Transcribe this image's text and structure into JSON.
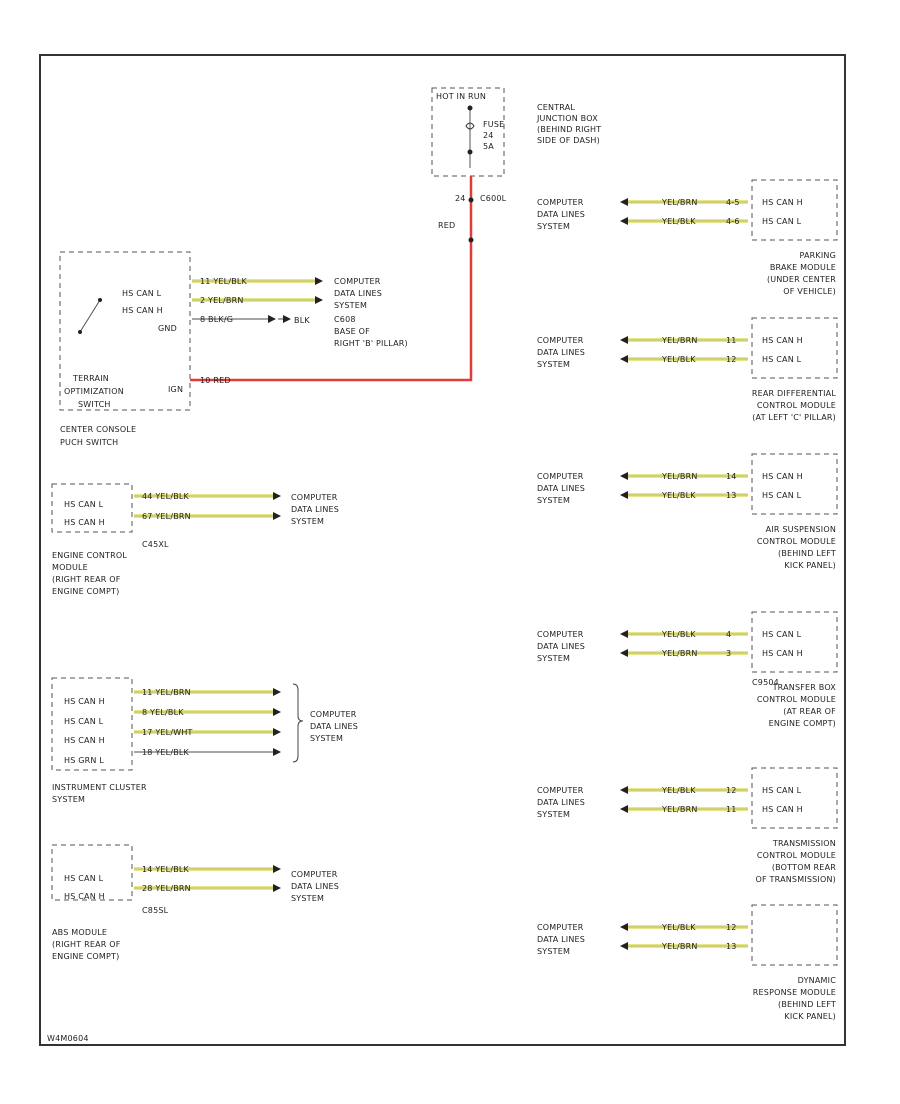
{
  "colors": {
    "yellow_wire": "#e6e68a",
    "red_wire": "#e23b3b",
    "frame": "#333333"
  },
  "top_fuse": {
    "header": "HOT IN RUN",
    "fuse_lines": [
      "FUSE",
      "24",
      "5A"
    ],
    "location": [
      "CENTRAL",
      "JUNCTION BOX",
      "(BEHIND RIGHT",
      "SIDE OF DASH)"
    ],
    "pin": "24",
    "connector": "C600L",
    "wire_color": "RED"
  },
  "terrain_switch": {
    "pins": [
      "HS CAN L",
      "HS CAN H",
      "GND",
      "IGN"
    ],
    "name": [
      "TERRAIN",
      "OPTIMIZATION",
      "SWITCH"
    ],
    "location": [
      "CENTER CONSOLE",
      "PUCH SWITCH"
    ],
    "wires": [
      "11 YEL/BLK",
      "2 YEL/BRN",
      "8 BLK/G",
      "10 RED"
    ],
    "blk_label": "BLK",
    "dest": [
      "COMPUTER",
      "DATA LINES",
      "SYSTEM"
    ],
    "ground": [
      "C608",
      "BASE OF",
      "RIGHT 'B' PILLAR)"
    ]
  },
  "engine_module": {
    "pins": [
      "HS CAN L",
      "HS CAN H"
    ],
    "connector": "C45XL",
    "wires": [
      "44 YEL/BLK",
      "67 YEL/BRN"
    ],
    "name": [
      "ENGINE CONTROL",
      "MODULE",
      "(RIGHT REAR OF",
      "ENGINE COMPT)"
    ],
    "dest": [
      "COMPUTER",
      "DATA LINES",
      "SYSTEM"
    ]
  },
  "instrument_cluster": {
    "pins": [
      "HS CAN H",
      "HS CAN L",
      "HS CAN H",
      "HS GRN L"
    ],
    "wires": [
      "11 YEL/BRN",
      "8 YEL/BLK",
      "17 YEL/WHT",
      "18 YEL/BLK"
    ],
    "name": [
      "INSTRUMENT CLUSTER",
      "SYSTEM"
    ],
    "dest": [
      "COMPUTER",
      "DATA LINES",
      "SYSTEM"
    ]
  },
  "abs_module": {
    "pins": [
      "HS CAN L",
      "HS CAN H"
    ],
    "connector": "C85SL",
    "wires": [
      "14 YEL/BLK",
      "28 YEL/BRN"
    ],
    "name": [
      "ABS MODULE",
      "(RIGHT REAR OF",
      "ENGINE COMPT)"
    ],
    "dest": [
      "COMPUTER",
      "DATA LINES",
      "SYSTEM"
    ]
  },
  "right_modules": [
    {
      "dest": [
        "COMPUTER",
        "DATA LINES",
        "SYSTEM"
      ],
      "wires": [
        "YEL/BRN",
        "YEL/BLK"
      ],
      "pins_no": [
        "4-5",
        "4-6"
      ],
      "pins": [
        "HS CAN H",
        "HS CAN L"
      ],
      "connector": "",
      "name": [
        "PARKING",
        "BRAKE MODULE",
        "(UNDER CENTER",
        "OF VEHICLE)"
      ]
    },
    {
      "dest": [
        "COMPUTER",
        "DATA LINES",
        "SYSTEM"
      ],
      "wires": [
        "YEL/BRN",
        "YEL/BLK"
      ],
      "pins_no": [
        "11",
        "12"
      ],
      "pins": [
        "HS CAN H",
        "HS CAN L"
      ],
      "connector": "",
      "name": [
        "REAR DIFFERENTIAL",
        "CONTROL MODULE",
        "(AT LEFT 'C' PILLAR)"
      ]
    },
    {
      "dest": [
        "COMPUTER",
        "DATA LINES",
        "SYSTEM"
      ],
      "wires": [
        "YEL/BRN",
        "YEL/BLK"
      ],
      "pins_no": [
        "14",
        "13"
      ],
      "pins": [
        "HS CAN H",
        "HS CAN L"
      ],
      "connector": "",
      "name": [
        "AIR SUSPENSION",
        "CONTROL MODULE",
        "(BEHIND LEFT",
        "KICK PANEL)"
      ]
    },
    {
      "dest": [
        "COMPUTER",
        "DATA LINES",
        "SYSTEM"
      ],
      "wires": [
        "YEL/BLK",
        "YEL/BRN"
      ],
      "pins_no": [
        "4",
        "3"
      ],
      "pins": [
        "HS CAN L",
        "HS CAN H"
      ],
      "connector": "C9504",
      "name": [
        "TRANSFER BOX",
        "CONTROL MODULE",
        "(AT REAR OF",
        "ENGINE COMPT)"
      ]
    },
    {
      "dest": [
        "COMPUTER",
        "DATA LINES",
        "SYSTEM"
      ],
      "wires": [
        "YEL/BLK",
        "YEL/BRN"
      ],
      "pins_no": [
        "12",
        "11"
      ],
      "pins": [
        "HS CAN L",
        "HS CAN H"
      ],
      "connector": "",
      "name": [
        "TRANSMISSION",
        "CONTROL MODULE",
        "(BOTTOM REAR",
        "OF TRANSMISSION)"
      ]
    },
    {
      "dest": [
        "COMPUTER",
        "DATA LINES",
        "SYSTEM"
      ],
      "wires": [
        "YEL/BLK",
        "YEL/BRN"
      ],
      "pins_no": [
        "12",
        "13"
      ],
      "pins": [
        "",
        ""
      ],
      "connector": "",
      "name": [
        "DYNAMIC",
        "RESPONSE MODULE",
        "(BEHIND LEFT",
        "KICK PANEL)"
      ]
    }
  ],
  "footer_code": "W4M0604"
}
